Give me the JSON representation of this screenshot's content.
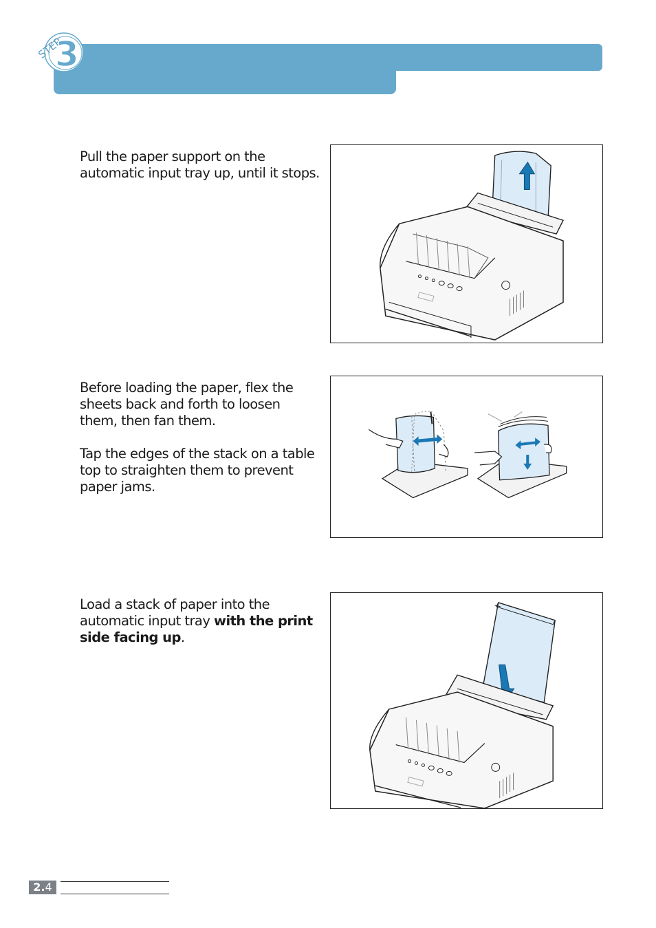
{
  "header": {
    "badge_word": "STEP",
    "badge_number": "3"
  },
  "steps": [
    {
      "paragraphs": [
        "Pull the paper support on the automatic input tray up, until it stops."
      ]
    },
    {
      "paragraphs": [
        "Before loading the paper, flex the sheets back and forth to loosen them, then fan them.",
        "Tap the edges of the stack on a table top to straighten them to prevent paper jams."
      ]
    },
    {
      "text_before": "Load a stack of paper into the automatic input tray ",
      "text_bold": "with the print side facing up",
      "text_after": "."
    }
  ],
  "footer": {
    "page_major": "2.",
    "page_minor": "4"
  },
  "colors": {
    "header_band": "#66a9cd",
    "arrow_blue": "#1a78b4",
    "paper_blue": "#dcebf8",
    "page_badge": "#7b8186"
  }
}
